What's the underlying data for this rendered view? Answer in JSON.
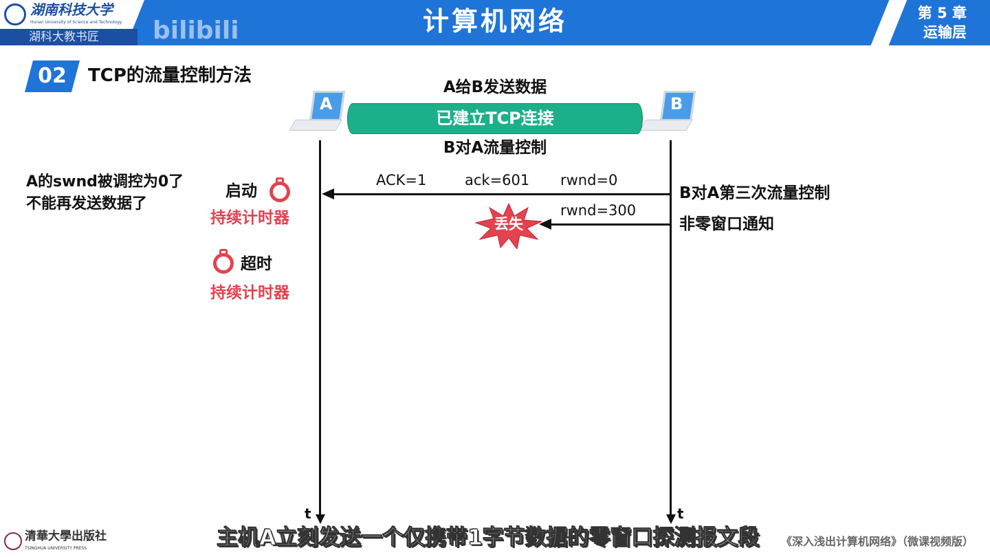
{
  "header": {
    "title": "计算机网络",
    "chapter": "第 5 章",
    "chapter_name": "运输层",
    "university": "湖南科技大学",
    "university_en": "Hunan University of Science and Technology",
    "channel": "湖科大教书匠",
    "watermark": "bilibili"
  },
  "section": {
    "number": "02",
    "title": "TCP的流量控制方法"
  },
  "diagram": {
    "host_a": "A",
    "host_b": "B",
    "top_label": "A给B发送数据",
    "tube_label": "已建立TCP连接",
    "bottom_label": "B对A流量控制",
    "msg1": {
      "ack_flag": "ACK=1",
      "ack": "ack=601",
      "rwnd": "rwnd=0"
    },
    "msg2": {
      "rwnd": "rwnd=300"
    },
    "lost_label": "丢失",
    "right_note1": "B对A第三次流量控制",
    "right_note2": "非零窗口通知",
    "left_note_line1": "A的swnd被调控为0了",
    "left_note_line2": "不能再发送数据了",
    "timer_start": "启动",
    "timer_name1": "持续计时器",
    "timer_timeout": "超时",
    "timer_name2": "持续计时器",
    "time_axis_a": "t",
    "time_axis_b": "t"
  },
  "subtitle": "主机A立刻发送一个仅携带1字节数据的零窗口探测报文段",
  "footer": {
    "publisher": "清華大學出版社",
    "publisher_en": "TSINGHUA UNIVERSITY PRESS",
    "book": "《深入浅出计算机网络》（微课视频版）"
  },
  "colors": {
    "header": "#1f74d8",
    "tube": "#1cb08a",
    "red": "#e2434f"
  }
}
